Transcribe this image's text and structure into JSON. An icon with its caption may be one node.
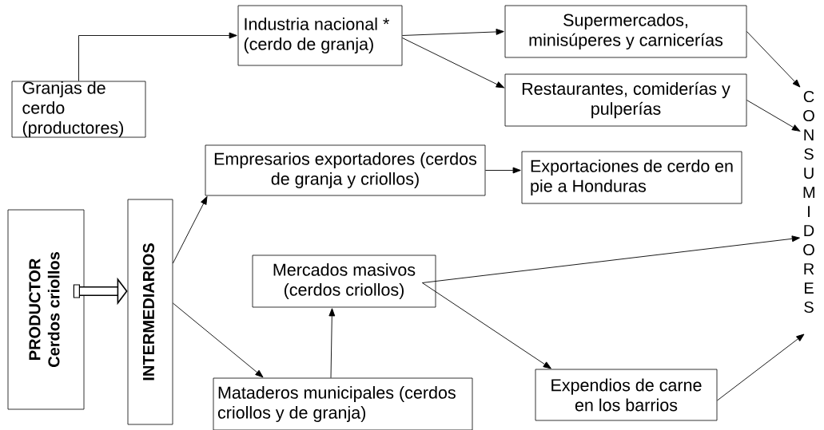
{
  "diagram": {
    "nodes": [
      {
        "text": [
          "Granjas de cerdo (productores)"
        ]
      },
      {
        "text": [
          "Industria nacional * (cerdo de granja)"
        ]
      },
      {
        "text": [
          "Supermercados, minisúperes y carnicerías"
        ]
      },
      {
        "text": [
          "Restaurantes, comiderías y pulperías"
        ]
      },
      {
        "text": [
          "CONSUMIDORES"
        ]
      },
      {
        "text": [
          "PRODUCTOR",
          "Cerdos criollos"
        ]
      },
      {
        "text": [
          "INTERMEDIARIOS"
        ]
      },
      {
        "text": [
          "Empresarios exportadores (cerdos de granja y criollos)"
        ]
      },
      {
        "text": [
          "Exportaciones de cerdo en pie a Honduras"
        ]
      },
      {
        "text": [
          "Mercados masivos (cerdos criollos)"
        ]
      },
      {
        "text": [
          "Mataderos municipales (cerdos criollos y de granja)"
        ]
      },
      {
        "text": [
          "Expendios de carne en los barrios"
        ]
      }
    ],
    "edges": [
      {
        "from": 0,
        "to": 1,
        "arrow": "to"
      },
      {
        "from": 1,
        "to": 2,
        "arrow": "to"
      },
      {
        "from": 1,
        "to": 3,
        "arrow": "to"
      },
      {
        "from": 2,
        "to": 4,
        "arrow": "to"
      },
      {
        "from": 3,
        "to": 4,
        "arrow": "to"
      },
      {
        "from": 5,
        "to": 6,
        "arrow": "to",
        "style": "thick"
      },
      {
        "from": 6,
        "to": 7,
        "arrow": "to"
      },
      {
        "from": 6,
        "to": 10,
        "arrow": "to"
      },
      {
        "from": 7,
        "to": 8,
        "arrow": "to"
      },
      {
        "from": 10,
        "to": 9,
        "arrow": "to"
      },
      {
        "from": 9,
        "to": 4,
        "arrow": "to"
      },
      {
        "from": 9,
        "to": 11,
        "arrow": "to"
      },
      {
        "from": 11,
        "to": 4,
        "arrow": "to"
      }
    ]
  }
}
